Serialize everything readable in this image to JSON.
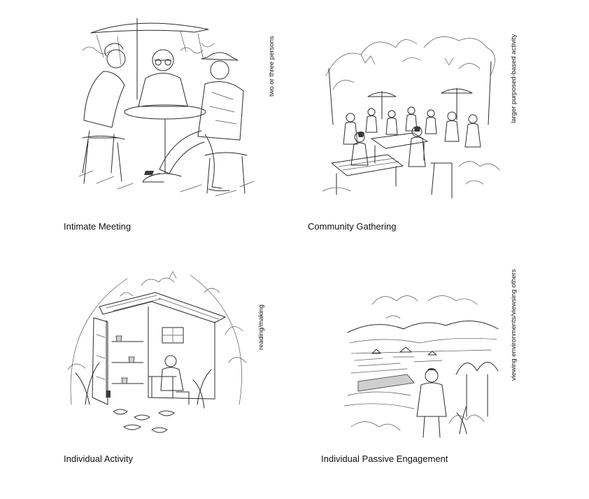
{
  "panels": [
    {
      "caption": "Intimate Meeting",
      "side_note": "two or three persons",
      "illustration": "cafe-table-meeting-sketch"
    },
    {
      "caption": "Community Gathering",
      "side_note": "larger purposed-based activity",
      "illustration": "garden-gathering-sketch"
    },
    {
      "caption": "Individual Activity",
      "side_note": "reading/making",
      "illustration": "garden-shed-workshop-sketch"
    },
    {
      "caption": "Individual Passive Engagement",
      "side_note": "viewing environments/viewsing others",
      "illustration": "hillside-view-sketch"
    }
  ]
}
